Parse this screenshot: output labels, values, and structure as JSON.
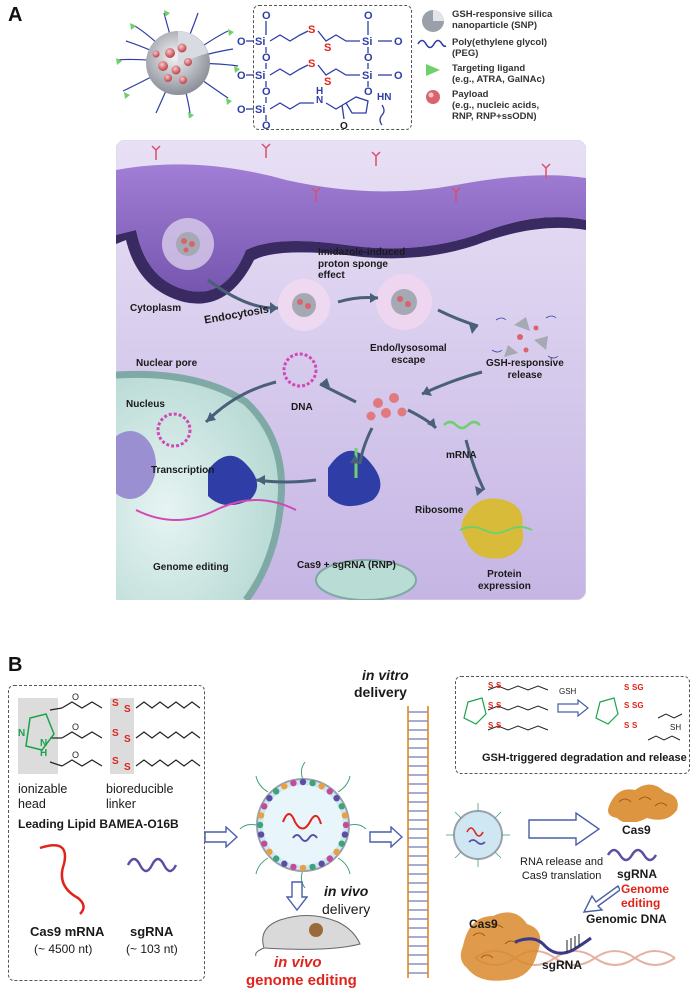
{
  "panel_a": {
    "letter": "A",
    "chem": {
      "si": "Si",
      "o": "O",
      "s": "S",
      "n": "N",
      "h": "H",
      "hn": "HN",
      "o_label": "O"
    },
    "legend": [
      {
        "icon": "silica-nanoparticle-icon",
        "text": "GSH-responsive silica\nnanoparticle (SNP)"
      },
      {
        "icon": "peg-chain-icon",
        "text": "Poly(ethylene glycol)\n(PEG)"
      },
      {
        "icon": "targeting-ligand-icon",
        "text": "Targeting ligand\n(e.g., ATRA, GalNAc)"
      },
      {
        "icon": "payload-icon",
        "text": "Payload\n(e.g., nucleic acids,\nRNP, RNP+ssODN)"
      }
    ],
    "labels": {
      "cytoplasm": "Cytoplasm",
      "endocytosis": "Endocytosis",
      "proton_sponge": "Imidazole-induced\nproton sponge\neffect",
      "escape": "Endo/lysosomal\nescape",
      "release": "GSH-responsive\nrelease",
      "nuclear_pore": "Nuclear pore",
      "nucleus": "Nucleus",
      "dna": "DNA",
      "transcription": "Transcription",
      "mrna": "mRNA",
      "ribosome": "Ribosome",
      "protein_expression": "Protein\nexpression",
      "rnp": "Cas9 + sgRNA (RNP)",
      "genome_editing": "Genome editing"
    }
  },
  "panel_b": {
    "letter": "B",
    "lipid": {
      "ionizable_head": "ionizable\nhead",
      "bioreducible_linker": "bioreducible\nlinker",
      "leading_lipid": "Leading Lipid BAMEA-O16B",
      "s": "S",
      "n": "N",
      "h": "H",
      "o": "O"
    },
    "cas9_mrna": {
      "name": "Cas9 mRNA",
      "length": "(~ 4500 nt)"
    },
    "sgrna": {
      "name": "sgRNA",
      "length": "(~ 103 nt)"
    },
    "in_vivo_delivery": {
      "italic": "in vivo",
      "rest": "delivery"
    },
    "in_vitro_delivery": {
      "italic": "in vitro",
      "rest": "delivery"
    },
    "in_vivo_editing": {
      "italic": "in vivo",
      "rest": "genome editing"
    },
    "gsh": "GSH",
    "sh": "SH",
    "sg": "SG",
    "degradation": "GSH-triggered degradation and release",
    "rna_release": "RNA release and\nCas9 translation",
    "cas9_top": "Cas9",
    "sgrna_top": "sgRNA",
    "genome_editing": "Genome\nediting",
    "genomic_dna": "Genomic DNA",
    "cas9_bottom": "Cas9",
    "sgrna_bottom": "sgRNA"
  },
  "colors": {
    "purple_bg": "#c7b6e6",
    "membrane": "#8a63c4",
    "nucleus": "#cfe8e4",
    "red_label": "#e0241b",
    "arrow_blue": "#4a5fa8",
    "peg_blue": "#2f3ea6",
    "cas9_orange": "#d98a2b"
  }
}
